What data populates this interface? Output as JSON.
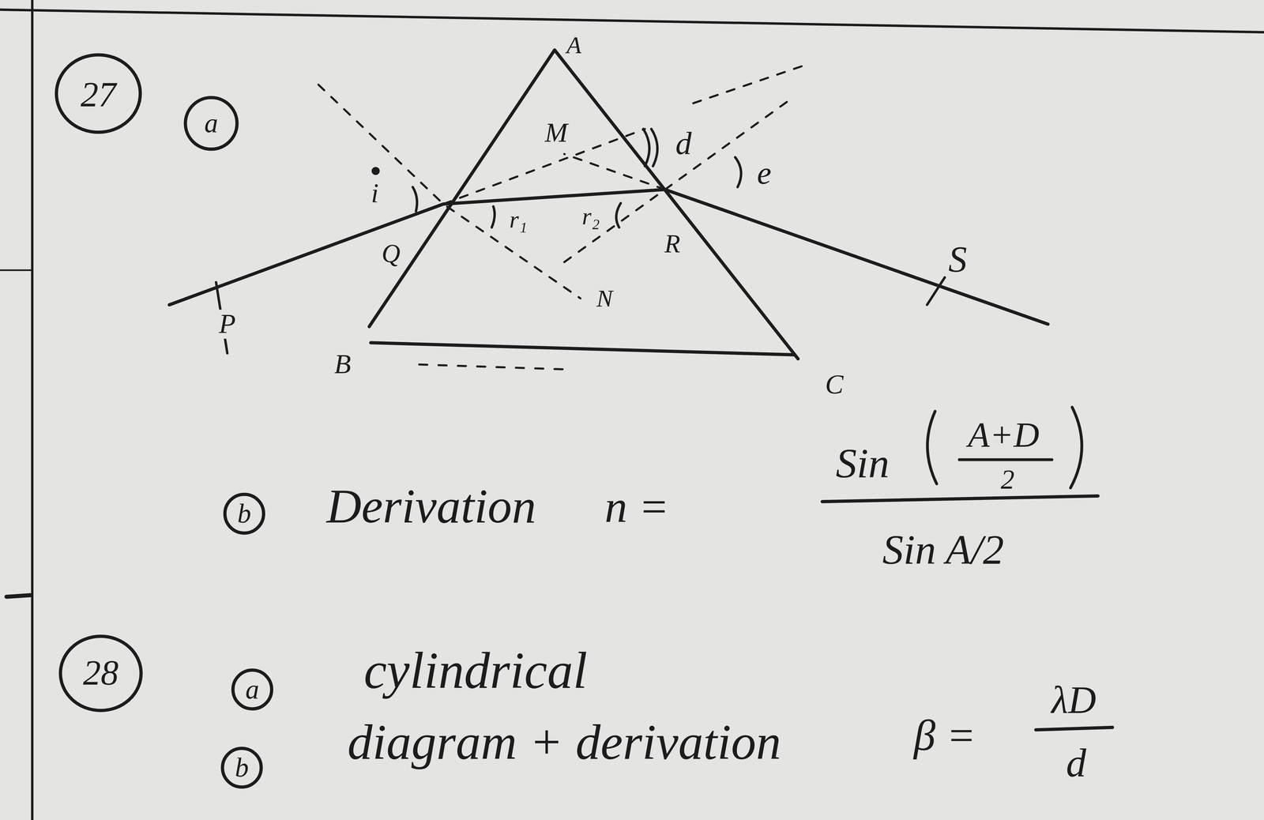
{
  "diagram": {
    "labels": [
      "27",
      "a",
      "A",
      "M",
      "d",
      "e",
      "i",
      "r₁",
      "r₂",
      "R",
      "Q",
      "N",
      "P",
      "S",
      "B",
      "C",
      "b",
      "Derivation",
      "n =",
      "Sin",
      "A+D",
      "2",
      "Sin A/2",
      "28",
      "a",
      "cylindrical",
      "b",
      "diagram + derivation",
      "β =",
      "λD",
      "d"
    ]
  }
}
